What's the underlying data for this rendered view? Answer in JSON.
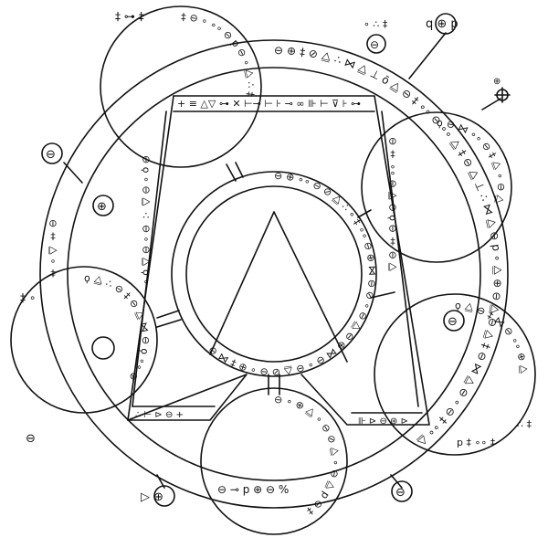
{
  "diagram": {
    "stroke_color": "#111111",
    "background": "#ffffff",
    "style": "hand-drawn glyph circle sigil",
    "rings": {
      "outer_ring_glyphs": "⊖ ⊕ ‡ ⊘ ⧋ ∴ ⋈ ⧋ ⊥ ō ⧋ ⊖ ‡ ∘∘ ⊖ ∘∘ ⧋ ‡ ⊖ ⧋ ⊥ ∴ ⋈ ⧋ ⊖ p ∘ ⧋ ⊕ ⊖ ⧋ ⊖ ⧋ ‡ ⊖ ⋈ ⧋ ⊖ ∘ ⊖ ‡ ∘∘ ⧋",
      "inner_ring_glyphs": "⊖ ⊕ ∘∘ ⊖ ⊘ ⧋ ∴ ∘ ‡ ∘∘ ⊖ ⊕ ⋈ ⊖ ⊘ ∘ ⊖ ⧋ ⊖ ⊕ ⋈ ⊖ ∘ ⊖ ⧋ ⊘ ⊖ ∘ ⊕ ‡ ⋈ ⊖",
      "left_ring_glyphs": "ϙ ⧋ ∴ ⊖ ‡ ⊖ ⧋ ⋈ ⊖ ϙ ∘∘ ⊕",
      "right_ring_glyphs": "ϙ ⧋ ⊖ ‡ ⋈ ⊖ ∘∘ ⊕ ⧋",
      "bottom_ring_glyphs": "⊖ ∘ ⊕ ⧋ ∘ ⊖ ⊘ ⧋ ∘ ⊖ ⧋ p ⊖ ‡",
      "top_ring_glyphs": "‡ ⊖ ∘ ∘∘ ⊖ p ⊖ ∘ ⧋ ∴ ‡",
      "upper_right_ring_glyphs": "ϙ ⊖ ⋈ ∘∘ ⊖ ‡ ⧋ ∘ ⊖ ⧋",
      "left_column_glyphs": "⊖ ϙ ∘ ⊖ ⧋ ∴ ⊖ ∘ ⊖ ⧋ ϙ ∘",
      "right_column_glyphs": "⊖ ‡ ∘∘ ⊖ ⧋ ⊖ ϙ ⊖ ‡ ⊖ ⧋"
    },
    "bars": {
      "top_bar": "+ ≡ △▽ ⊶ ✕ ⊢⊸ ⊢ ⊦ ⊸ ∞ ⊪ ⊢ ⊽ ⊦ ⊶",
      "bottom_left_bar": "∴ ⊢ ⊳ ⊖ +",
      "bottom_right_bar": "⊪ ⊳ ⊖ ⊛ ⊳"
    },
    "bottom_ring_letters": "⊖ ⊸ p ⊕ ⊖ %",
    "loose_marks": {
      "top_left_ticks": "‡ ⊶ ‡",
      "top_right_ticks": "∘ ∴ ‡",
      "left_ticks": "‡ ∘",
      "bottom_right_ticks": "p ‡ ∘∘ ‡",
      "right_lower_ticks": "∴ ‡",
      "left_hand_text": "⊖ ‡ ⧋ ∘ ‡"
    },
    "outside_symbols": {
      "top_right": "q ⊕ p",
      "top_center": "⊖",
      "left": "⊖",
      "bottom_left_outside": "⊖",
      "bottom_left": "▷ ⊕",
      "bottom_right": "⊖",
      "right": "⊖",
      "left_mid": "⊕",
      "upper_right_cross": "⊕"
    }
  }
}
